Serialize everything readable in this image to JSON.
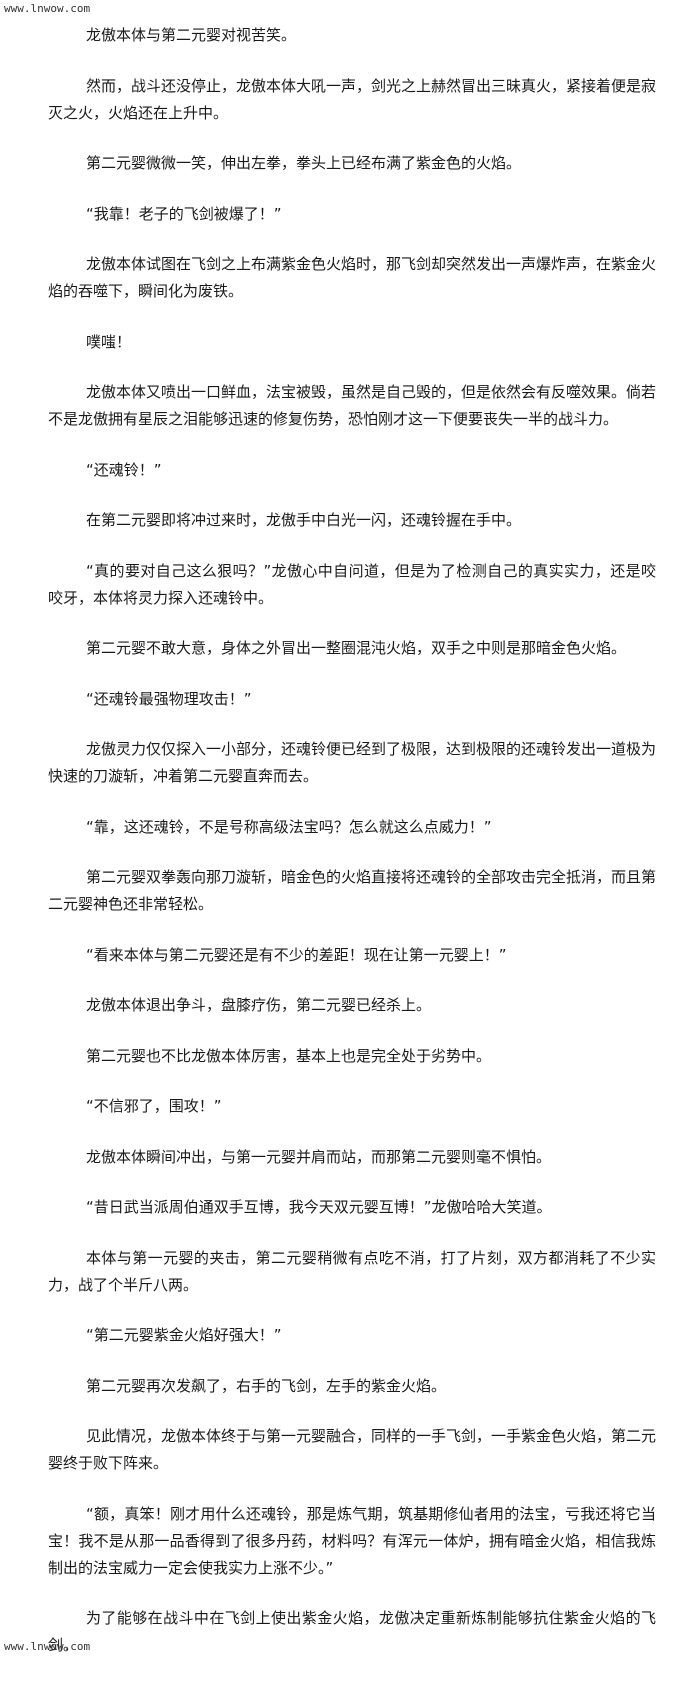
{
  "site": {
    "top_mark": "www.lnwow.com",
    "bottom_mark": "www.lnwow.com"
  },
  "paragraphs": [
    "龙傲本体与第二元婴对视苦笑。",
    "然而，战斗还没停止，龙傲本体大吼一声，剑光之上赫然冒出三昧真火，紧接着便是寂灭之火，火焰还在上升中。",
    "第二元婴微微一笑，伸出左拳，拳头上已经布满了紫金色的火焰。",
    "“我靠！老子的飞剑被爆了！”",
    "龙傲本体试图在飞剑之上布满紫金色火焰时，那飞剑却突然发出一声爆炸声，在紫金火焰的吞噬下，瞬间化为废铁。",
    "噗嗤！",
    "龙傲本体又喷出一口鲜血，法宝被毁，虽然是自己毁的，但是依然会有反噬效果。倘若不是龙傲拥有星辰之泪能够迅速的修复伤势，恐怕刚才这一下便要丧失一半的战斗力。",
    "“还魂铃！”",
    "在第二元婴即将冲过来时，龙傲手中白光一闪，还魂铃握在手中。",
    "“真的要对自己这么狠吗？”龙傲心中自问道，但是为了检测自己的真实实力，还是咬咬牙，本体将灵力探入还魂铃中。",
    "第二元婴不敢大意，身体之外冒出一整圈混沌火焰，双手之中则是那暗金色火焰。",
    "“还魂铃最强物理攻击！”",
    "龙傲灵力仅仅探入一小部分，还魂铃便已经到了极限，达到极限的还魂铃发出一道极为快速的刀漩斩，冲着第二元婴直奔而去。",
    "“靠，这还魂铃，不是号称高级法宝吗？怎么就这么点威力！”",
    "第二元婴双拳轰向那刀漩斩，暗金色的火焰直接将还魂铃的全部攻击完全抵消，而且第二元婴神色还非常轻松。",
    "“看来本体与第二元婴还是有不少的差距！现在让第一元婴上！”",
    "龙傲本体退出争斗，盘膝疗伤，第二元婴已经杀上。",
    "第二元婴也不比龙傲本体厉害，基本上也是完全处于劣势中。",
    "“不信邪了，围攻！”",
    "龙傲本体瞬间冲出，与第一元婴并肩而站，而那第二元婴则毫不惧怕。",
    "“昔日武当派周伯通双手互博，我今天双元婴互博！”龙傲哈哈大笑道。",
    "本体与第一元婴的夹击，第二元婴稍微有点吃不消，打了片刻，双方都消耗了不少实力，战了个半斤八两。",
    "“第二元婴紫金火焰好强大！”",
    "第二元婴再次发飙了，右手的飞剑，左手的紫金火焰。",
    "见此情况，龙傲本体终于与第一元婴融合，同样的一手飞剑，一手紫金色火焰，第二元婴终于败下阵来。",
    "“额，真笨！刚才用什么还魂铃，那是炼气期，筑基期修仙者用的法宝，亏我还将它当宝！我不是从那一品香得到了很多丹药，材料吗？有浑元一体炉，拥有暗金火焰，相信我炼制出的法宝威力一定会使我实力上涨不少。”",
    "为了能够在战斗中在飞剑上使出紫金火焰，龙傲决定重新炼制能够抗住紫金火焰的飞剑。"
  ]
}
